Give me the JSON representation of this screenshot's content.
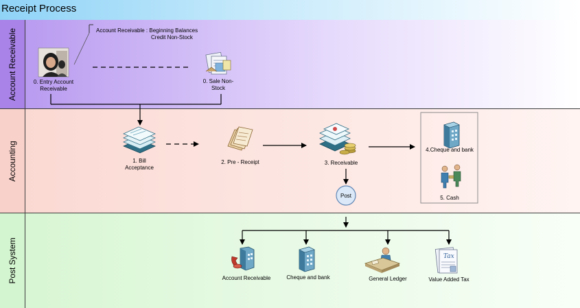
{
  "title": "Receipt Process",
  "lanes": [
    {
      "label": "Account Receivable"
    },
    {
      "label": "Accounting"
    },
    {
      "label": "Post  System"
    }
  ],
  "annotation": {
    "line1": "Account Receivable : Beginning Balances",
    "line2": "Credit Non-Stock"
  },
  "nodes": {
    "entry_ar": {
      "line1": "0. Entry Account",
      "line2": "Receivable",
      "icon": "person-photo-icon"
    },
    "sale_non_stock": {
      "line1": "0. Sale  Non-",
      "line2": "Stock",
      "icon": "documents-clipboard-icon"
    },
    "bill_acceptance": {
      "line1": "1. Bill",
      "line2": "Acceptance",
      "icon": "stacked-papers-icon"
    },
    "pre_receipt": {
      "label": "2. Pre - Receipt",
      "icon": "scroll-documents-icon"
    },
    "receivable": {
      "label": "3. Receivable",
      "icon": "documents-coins-icon"
    },
    "post": {
      "label": "Post",
      "icon": "post-circle-icon"
    },
    "cheque_bank": {
      "label": "4.Cheque and bank",
      "icon": "building-icon"
    },
    "cash": {
      "label": "5. Cash",
      "icon": "people-exchange-icon"
    }
  },
  "post_system": [
    {
      "label": "Account Receivable",
      "icon": "building-phone-icon"
    },
    {
      "label": "Cheque and bank",
      "icon": "building-icon"
    },
    {
      "label": "General Ledger",
      "icon": "clerk-desk-icon"
    },
    {
      "label": "Value Added Tax",
      "icon": "tax-document-icon"
    }
  ]
}
